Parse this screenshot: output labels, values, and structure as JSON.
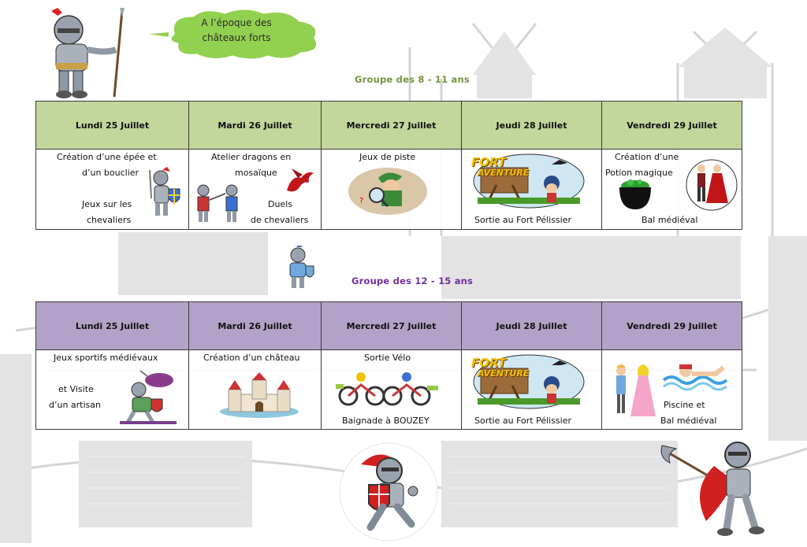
{
  "cloud": {
    "line1": "A l’époque des",
    "line2": "châteaux forts"
  },
  "group1": {
    "title": "Groupe des 8 - 11 ans",
    "color": "#77933c",
    "header_bg": "#c3d69b",
    "days": [
      "Lundi 25 Juillet",
      "Mardi 26 Juillet",
      "Mercredi 27 Juillet",
      "Jeudi 28 Juillet",
      "Vendredi 29 Juillet"
    ],
    "cells": {
      "mon": {
        "l1": "Création d’une épée et",
        "l2": "d’un bouclier",
        "l3": "Jeux sur les",
        "l4": "chevaliers"
      },
      "tue": {
        "l1": "Atelier dragons en",
        "l2": "mosaïque",
        "l3": "Duels",
        "l4": "de chevaliers"
      },
      "wed": {
        "l1": "Jeux de piste"
      },
      "thu": {
        "l1": "Sortie au Fort Pélissier"
      },
      "fri": {
        "l1": "Création d’une",
        "l2": "Potion magique",
        "l3": "Bal médiéval"
      }
    }
  },
  "group2": {
    "title": "Groupe des 12 - 15 ans",
    "color": "#7030a0",
    "header_bg": "#b3a2c7",
    "days": [
      "Lundi 25 Juillet",
      "Mardi 26 Juillet",
      "Mercredi 27 Juillet",
      "Jeudi 28 Juillet",
      "Vendredi 29 Juillet"
    ],
    "cells": {
      "mon": {
        "l1": "Jeux sportifs médiévaux",
        "l2": "et Visite",
        "l3": "d’un artisan"
      },
      "tue": {
        "l1": "Création d’un château"
      },
      "wed": {
        "l1": "Sortie Vélo",
        "l2": "Baignade à BOUZEY"
      },
      "thu": {
        "l1": "Sortie au Fort Pélissier"
      },
      "fri": {
        "l1": "Piscine et",
        "l2": "Bal médiéval"
      }
    }
  },
  "logo": {
    "fort": "FORT",
    "aventure": "AVENTURE"
  }
}
